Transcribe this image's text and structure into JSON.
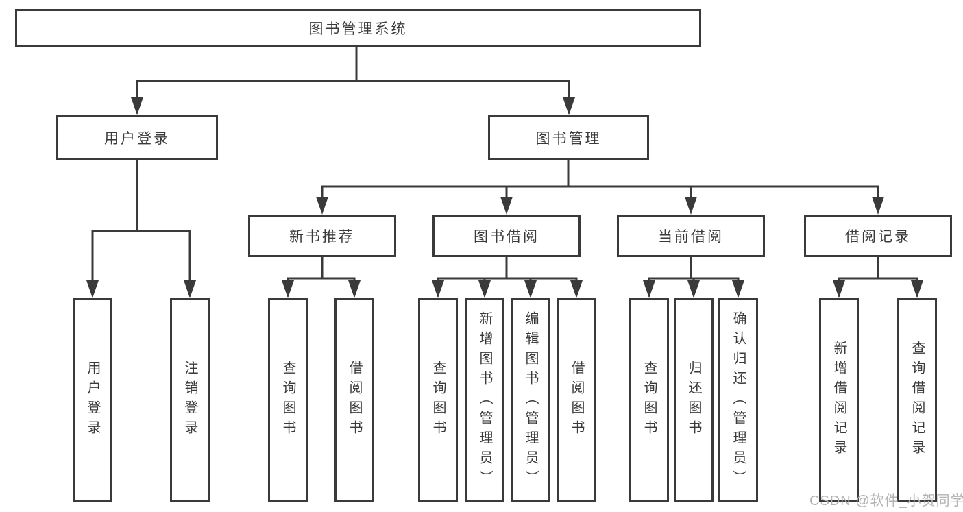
{
  "page": {
    "background": "#ffffff",
    "watermark": {
      "text": "CSDN @软件_小贺同学",
      "color": "#b3b3b3"
    }
  },
  "diagram": {
    "type": "hierarchy-tree",
    "line_color": "#3a3a3a",
    "box_border_color": "#3a3a3a",
    "text_color": "#3a3a3a",
    "root": {
      "label": "图书管理系统"
    },
    "branches": [
      {
        "label": "用户登录",
        "children": [
          {
            "label": "用户登录"
          },
          {
            "label": "注销登录"
          }
        ]
      },
      {
        "label": "图书管理",
        "children": [
          {
            "label": "新书推荐",
            "children": [
              {
                "label": "查询图书"
              },
              {
                "label": "借阅图书"
              }
            ]
          },
          {
            "label": "图书借阅",
            "children": [
              {
                "label": "查询图书"
              },
              {
                "label": "新增图书（管理员）"
              },
              {
                "label": "编辑图书（管理员）"
              },
              {
                "label": "借阅图书"
              }
            ]
          },
          {
            "label": "当前借阅",
            "children": [
              {
                "label": "查询图书"
              },
              {
                "label": "归还图书"
              },
              {
                "label": "确认归还（管理员）"
              }
            ]
          },
          {
            "label": "借阅记录",
            "children": [
              {
                "label": "新增借阅记录"
              },
              {
                "label": "查询借阅记录"
              }
            ]
          }
        ]
      }
    ]
  }
}
